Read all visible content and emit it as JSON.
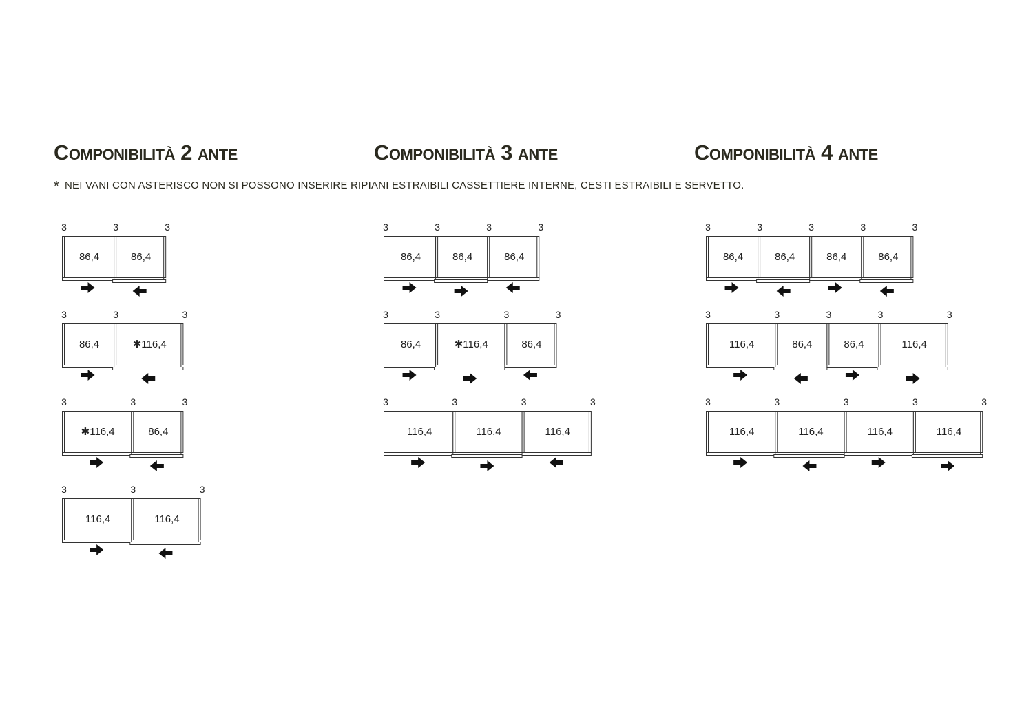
{
  "headings": [
    "Componibilità 2 ante",
    "Componibilità 3 ante",
    "Componibilità 4 ante"
  ],
  "note": {
    "marker": "*",
    "text": "NEI VANI CON ASTERISCO NON SI POSSONO INSERIRE RIPIANI ESTRAIBILI CASSETTIERE INTERNE, CESTI ESTRAIBILI E SERVETTO."
  },
  "stile_label": "3",
  "columns": [
    {
      "name": "2-ante",
      "configs": [
        {
          "panels": [
            {
              "label": "86,4",
              "units": 86.4,
              "star": false,
              "arrow": "right"
            },
            {
              "label": "86,4",
              "units": 86.4,
              "star": false,
              "arrow": "left"
            }
          ]
        },
        {
          "panels": [
            {
              "label": "86,4",
              "units": 86.4,
              "star": false,
              "arrow": "right"
            },
            {
              "label": "116,4",
              "units": 116.4,
              "star": true,
              "arrow": "left"
            }
          ]
        },
        {
          "panels": [
            {
              "label": "116,4",
              "units": 116.4,
              "star": true,
              "arrow": "right"
            },
            {
              "label": "86,4",
              "units": 86.4,
              "star": false,
              "arrow": "left"
            }
          ]
        },
        {
          "panels": [
            {
              "label": "116,4",
              "units": 116.4,
              "star": false,
              "arrow": "right"
            },
            {
              "label": "116,4",
              "units": 116.4,
              "star": false,
              "arrow": "left"
            }
          ]
        }
      ]
    },
    {
      "name": "3-ante",
      "configs": [
        {
          "panels": [
            {
              "label": "86,4",
              "units": 86.4,
              "star": false,
              "arrow": "right"
            },
            {
              "label": "86,4",
              "units": 86.4,
              "star": false,
              "arrow": "right"
            },
            {
              "label": "86,4",
              "units": 86.4,
              "star": false,
              "arrow": "left"
            }
          ]
        },
        {
          "panels": [
            {
              "label": "86,4",
              "units": 86.4,
              "star": false,
              "arrow": "right"
            },
            {
              "label": "116,4",
              "units": 116.4,
              "star": true,
              "arrow": "right"
            },
            {
              "label": "86,4",
              "units": 86.4,
              "star": false,
              "arrow": "left"
            }
          ]
        },
        {
          "panels": [
            {
              "label": "116,4",
              "units": 116.4,
              "star": false,
              "arrow": "right"
            },
            {
              "label": "116,4",
              "units": 116.4,
              "star": false,
              "arrow": "right"
            },
            {
              "label": "116,4",
              "units": 116.4,
              "star": false,
              "arrow": "left"
            }
          ]
        }
      ]
    },
    {
      "name": "4-ante",
      "configs": [
        {
          "panels": [
            {
              "label": "86,4",
              "units": 86.4,
              "star": false,
              "arrow": "right"
            },
            {
              "label": "86,4",
              "units": 86.4,
              "star": false,
              "arrow": "left"
            },
            {
              "label": "86,4",
              "units": 86.4,
              "star": false,
              "arrow": "right"
            },
            {
              "label": "86,4",
              "units": 86.4,
              "star": false,
              "arrow": "left"
            }
          ]
        },
        {
          "panels": [
            {
              "label": "116,4",
              "units": 116.4,
              "star": false,
              "arrow": "right"
            },
            {
              "label": "86,4",
              "units": 86.4,
              "star": false,
              "arrow": "left"
            },
            {
              "label": "86,4",
              "units": 86.4,
              "star": false,
              "arrow": "right"
            },
            {
              "label": "116,4",
              "units": 116.4,
              "star": false,
              "arrow": "right"
            }
          ]
        },
        {
          "panels": [
            {
              "label": "116,4",
              "units": 116.4,
              "star": false,
              "arrow": "right"
            },
            {
              "label": "116,4",
              "units": 116.4,
              "star": false,
              "arrow": "left"
            },
            {
              "label": "116,4",
              "units": 116.4,
              "star": false,
              "arrow": "right"
            },
            {
              "label": "116,4",
              "units": 116.4,
              "star": false,
              "arrow": "right"
            }
          ]
        }
      ]
    }
  ]
}
